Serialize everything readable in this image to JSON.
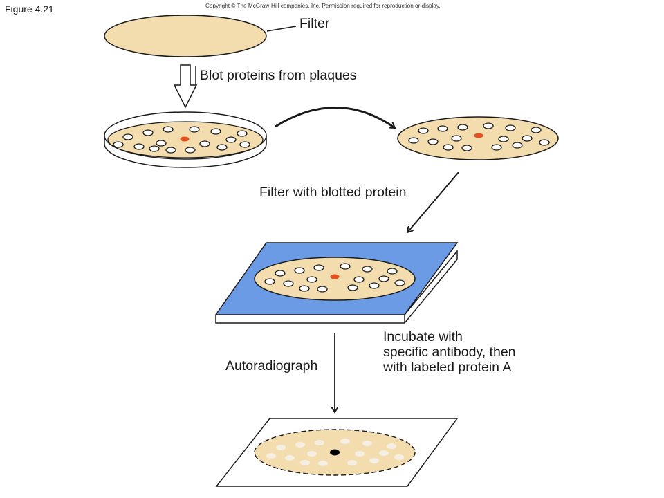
{
  "figure_label": "Figure 4.21",
  "copyright": "Copyright © The McGraw-Hill companies, Inc. Permission required for reproduction or display.",
  "labels": {
    "filter": "Filter",
    "blot": "Blot proteins from plaques",
    "filter_blotted": "Filter with blotted protein",
    "incubate_lines": [
      "Incubate with",
      "specific antibody, then",
      "with labeled protein A"
    ],
    "autoradiograph": "Autoradiograph"
  },
  "colors": {
    "filter_fill": "#f3dcae",
    "highlight_plaque": "#e9501f",
    "support_blue": "#6c9be6",
    "outline": "#1a1a1a",
    "film_plaque": "#f5efe3",
    "signal_spot": "#000000"
  }
}
